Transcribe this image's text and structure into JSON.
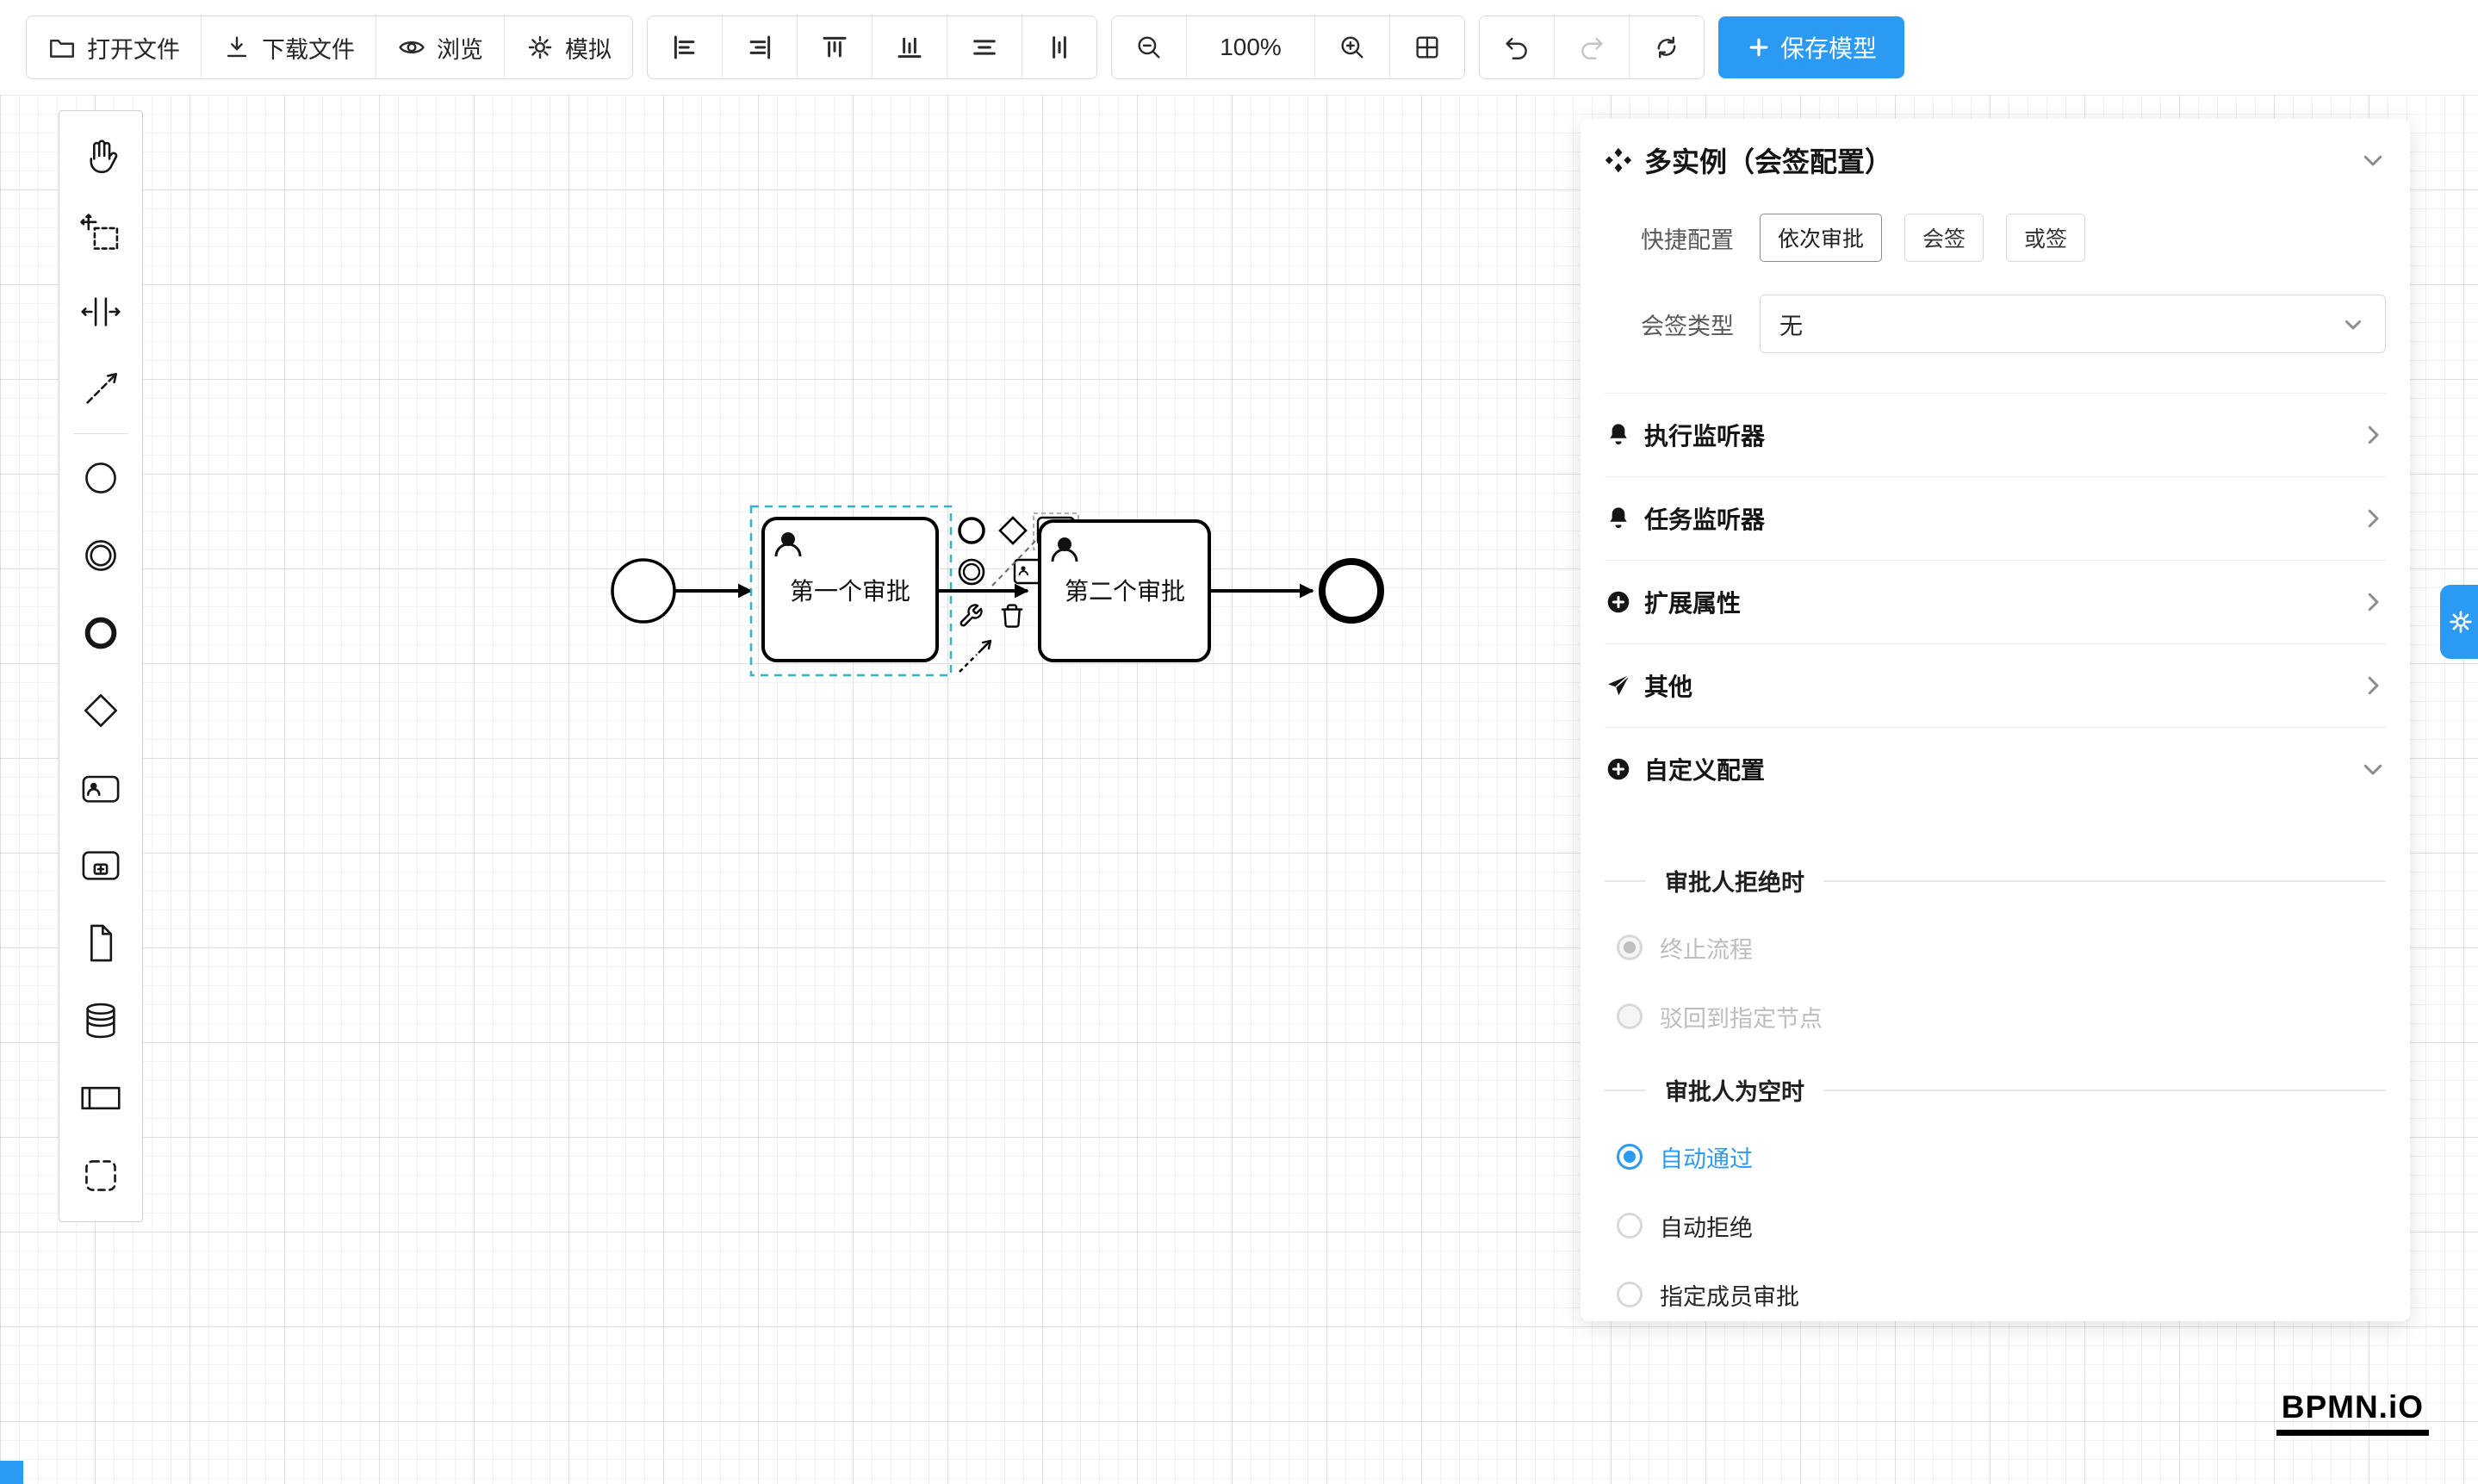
{
  "toolbar": {
    "open": "打开文件",
    "download": "下载文件",
    "preview": "浏览",
    "simulate": "模拟",
    "zoom_level": "100%",
    "save_label": "保存模型"
  },
  "diagram": {
    "task1": "第一个审批",
    "task2": "第二个审批"
  },
  "panel": {
    "title": "多实例（会签配置）",
    "quick_label": "快捷配置",
    "quick_options": [
      "依次审批",
      "会签",
      "或签"
    ],
    "type_label": "会签类型",
    "type_value": "无",
    "rows": [
      {
        "label": "执行监听器"
      },
      {
        "label": "任务监听器"
      },
      {
        "label": "扩展属性"
      },
      {
        "label": "其他"
      },
      {
        "label": "自定义配置"
      }
    ],
    "reject": {
      "title": "审批人拒绝时",
      "options": [
        {
          "label": "终止流程",
          "checked": true,
          "disabled": true
        },
        {
          "label": "驳回到指定节点",
          "checked": false,
          "disabled": true
        }
      ]
    },
    "empty": {
      "title": "审批人为空时",
      "options": [
        {
          "label": "自动通过",
          "checked": true
        },
        {
          "label": "自动拒绝",
          "checked": false
        },
        {
          "label": "指定成员审批",
          "checked": false
        }
      ]
    }
  },
  "logo": "BPMN.iO",
  "colors": {
    "accent": "#2b9af3",
    "selection": "#2fb5c7"
  }
}
